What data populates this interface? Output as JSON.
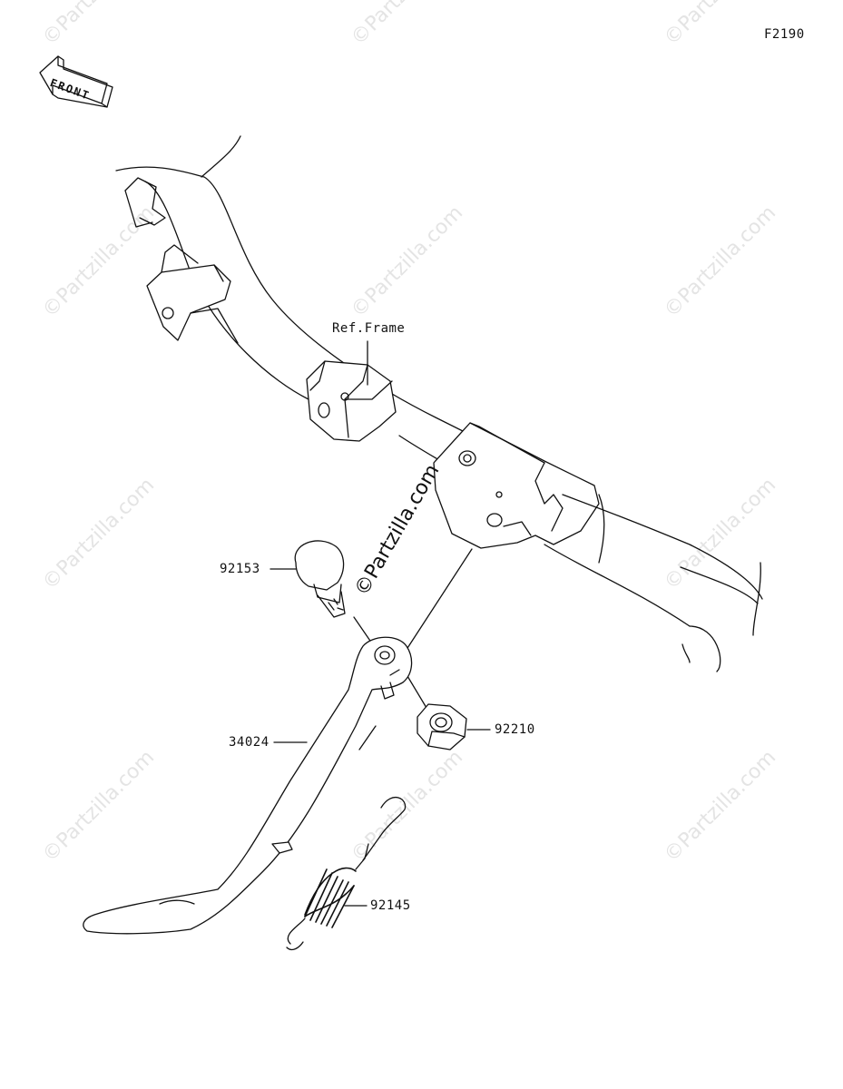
{
  "figure_code": "F2190",
  "front_marker": "FRONT",
  "watermarks": {
    "text": "©Partzilla.com",
    "main_text": "©Partzilla.com"
  },
  "callouts": {
    "frame": "Ref.Frame",
    "bolt": "92153",
    "side_stand": "34024",
    "nut": "92210",
    "spring": "92145"
  }
}
